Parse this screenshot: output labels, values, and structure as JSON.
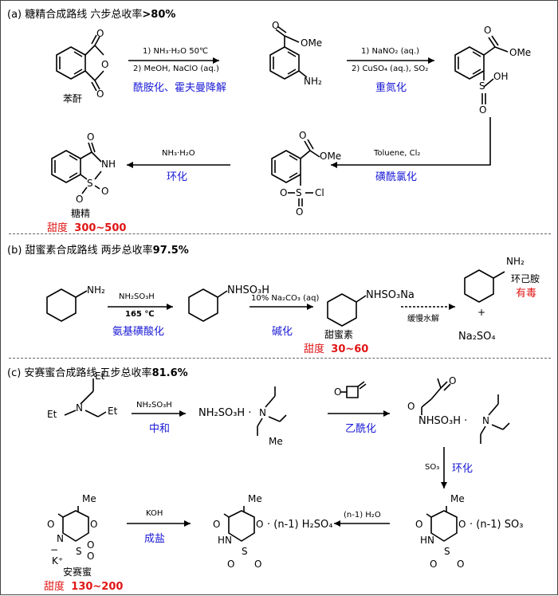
{
  "section_a": {
    "header_prefix": "(a) 糖精合成路线 六步总收率",
    "header_yield": ">80%",
    "start_name": "苯酐",
    "step1_cond1": "1) NH₃·H₂O 50℃",
    "step1_cond2": "2) MeOH, NaClO (aq.)",
    "step1_name": "酰胺化、霍夫曼降解",
    "step2_cond1": "1) NaNO₂ (aq.)",
    "step2_cond2": "2) CuSO₄ (aq.), SO₂",
    "step2_name": "重氮化",
    "step3_cond": "Toluene, Cl₂",
    "step3_name": "磺酰氯化",
    "step4_cond": "NH₃·H₂O",
    "step4_name": "环化",
    "product_name": "糖精",
    "sweet_label": "甜度",
    "sweet_value": "300~500"
  },
  "section_b": {
    "header_prefix": "(b) 甜蜜素合成路线 两步总收率",
    "header_yield": "97.5%",
    "step1_cond1": "NH₂SO₃H",
    "step1_cond2": "165 ℃",
    "step1_name": "氨基磺酸化",
    "step2_cond": "10% Na₂CO₃ (aq)",
    "step2_name": "碱化",
    "product_name": "甜蜜素",
    "sweet_label": "甜度",
    "sweet_value": "30~60",
    "hydrolysis": "缓慢水解",
    "plus": "+",
    "byproduct": "Na₂SO₄",
    "amine_name": "环己胺",
    "toxic": "有毒"
  },
  "section_c": {
    "header_prefix": "(c) 安赛蜜合成路线 五步总收率",
    "header_yield": "81.6%",
    "step1_cond": "NH₂SO₃H",
    "step1_name": "中和",
    "step2_name": "乙酰化",
    "step3_cond": "SO₃",
    "step3_name": "环化",
    "step4_cond": "(n-1) H₂O",
    "step5_cond": "KOH",
    "step5_name": "成盐",
    "product_name": "安赛蜜",
    "sweet_label": "甜度",
    "sweet_value": "130~200"
  },
  "atoms": {
    "o": "O",
    "ome": "OMe",
    "nh2": "NH₂",
    "oh": "OH",
    "s": "S",
    "cl": "Cl",
    "nh": "NH",
    "hn": "HN",
    "n": "N",
    "me": "Me",
    "nhso3h": "NHSO₃H",
    "nhso3na": "NHSO₃Na",
    "nh2so3h_dot": "NH₂SO₃H ·",
    "nhso3h_dot": "NHSO₃H ·",
    "kplus": "K⁺",
    "minus": "−",
    "h2so4_tail": "· (n-1) H₂SO₄",
    "so3_tail": "· (n-1) SO₃"
  }
}
